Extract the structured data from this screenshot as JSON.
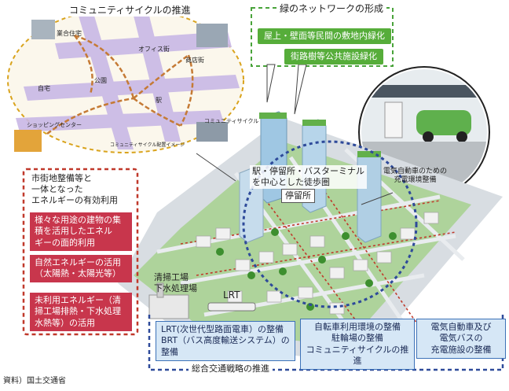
{
  "community_cycle": {
    "title": "コミュニティサイクルの推進",
    "labels": [
      "業合住宅",
      "オフィス街",
      "商店街",
      "公園",
      "自宅",
      "駅",
      "ショッピングセンター",
      "コミュニティサイクル"
    ],
    "legend_note": "コミュニティサイクル配置イメージ"
  },
  "green_network": {
    "title": "緑のネットワークの形成",
    "items": [
      "屋上・壁面等民間の敷地内緑化",
      "街路樹等公共施設緑化"
    ]
  },
  "ev_photo": {
    "caption": "電気自動車のための\n充電環境整備"
  },
  "transit_zone": {
    "label": "駅・停留所・バスターミナル\nを中心とした徒歩圏",
    "stop": "停留所"
  },
  "energy": {
    "title": "市街地整備等と\n一体となった\nエネルギーの有効利用",
    "items": [
      "様々な用途の建物の集\n積を活用したエネル\nギーの面的利用",
      "自然エネルギーの活用\n（太陽熱・太陽光等）",
      "未利用エネルギー（清\n掃工場排熱・下水処理\n水熱等）の活用"
    ]
  },
  "facilities": {
    "incinerator": "清掃工場",
    "sewage": "下水処理場",
    "lrt": "LRT"
  },
  "transport_strategy": {
    "title": "総合交通戦略の推進",
    "items": [
      "LRT(次世代型路面電車）の整備\nBRT（バス高度輸送システム）の整備",
      "自転車利用環境の整備\n駐輪場の整備\nコミュニティサイクルの推進",
      "電気自動車及び\n電気バスの\n充電施設の整備"
    ]
  },
  "source": "資料）国土交通省",
  "colors": {
    "green": "#56ad3a",
    "red": "#c8364c",
    "blue_border": "#3d72b8",
    "blue_fill": "#d6e7f6",
    "dashed_red": "#c0392b",
    "dashed_blue": "#2e4a9a",
    "dashed_yellow": "#d9a31c",
    "dashed_green": "#49a33a"
  }
}
